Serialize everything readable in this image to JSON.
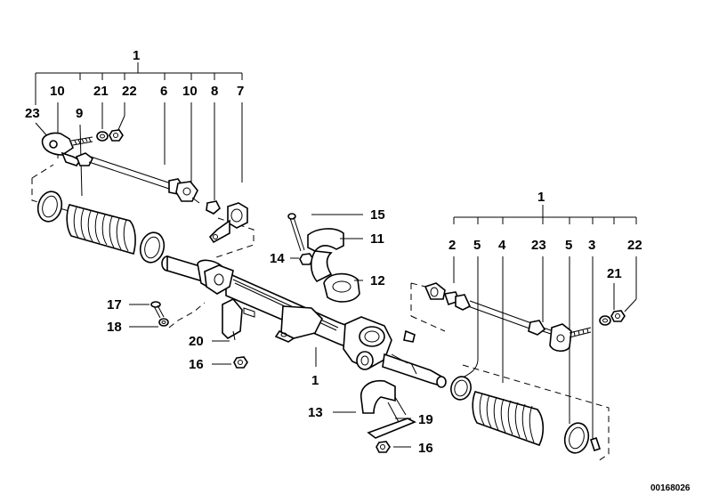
{
  "labels": {
    "left_group_num": "1",
    "l10a": "10",
    "l21": "21",
    "l22": "22",
    "l6": "6",
    "l10b": "10",
    "l8": "8",
    "l7": "7",
    "l23": "23",
    "l9": "9",
    "l15": "15",
    "l11": "11",
    "l14": "14",
    "l12": "12",
    "l17": "17",
    "l18": "18",
    "l20": "20",
    "l16a": "16",
    "center1": "1",
    "l13": "13",
    "l19": "19",
    "l16b": "16",
    "right_group_num": "1",
    "r2": "2",
    "r5a": "5",
    "r4": "4",
    "r23": "23",
    "r5b": "5",
    "r3": "3",
    "r22": "22",
    "r21": "21"
  },
  "catalog_number": "00168026"
}
